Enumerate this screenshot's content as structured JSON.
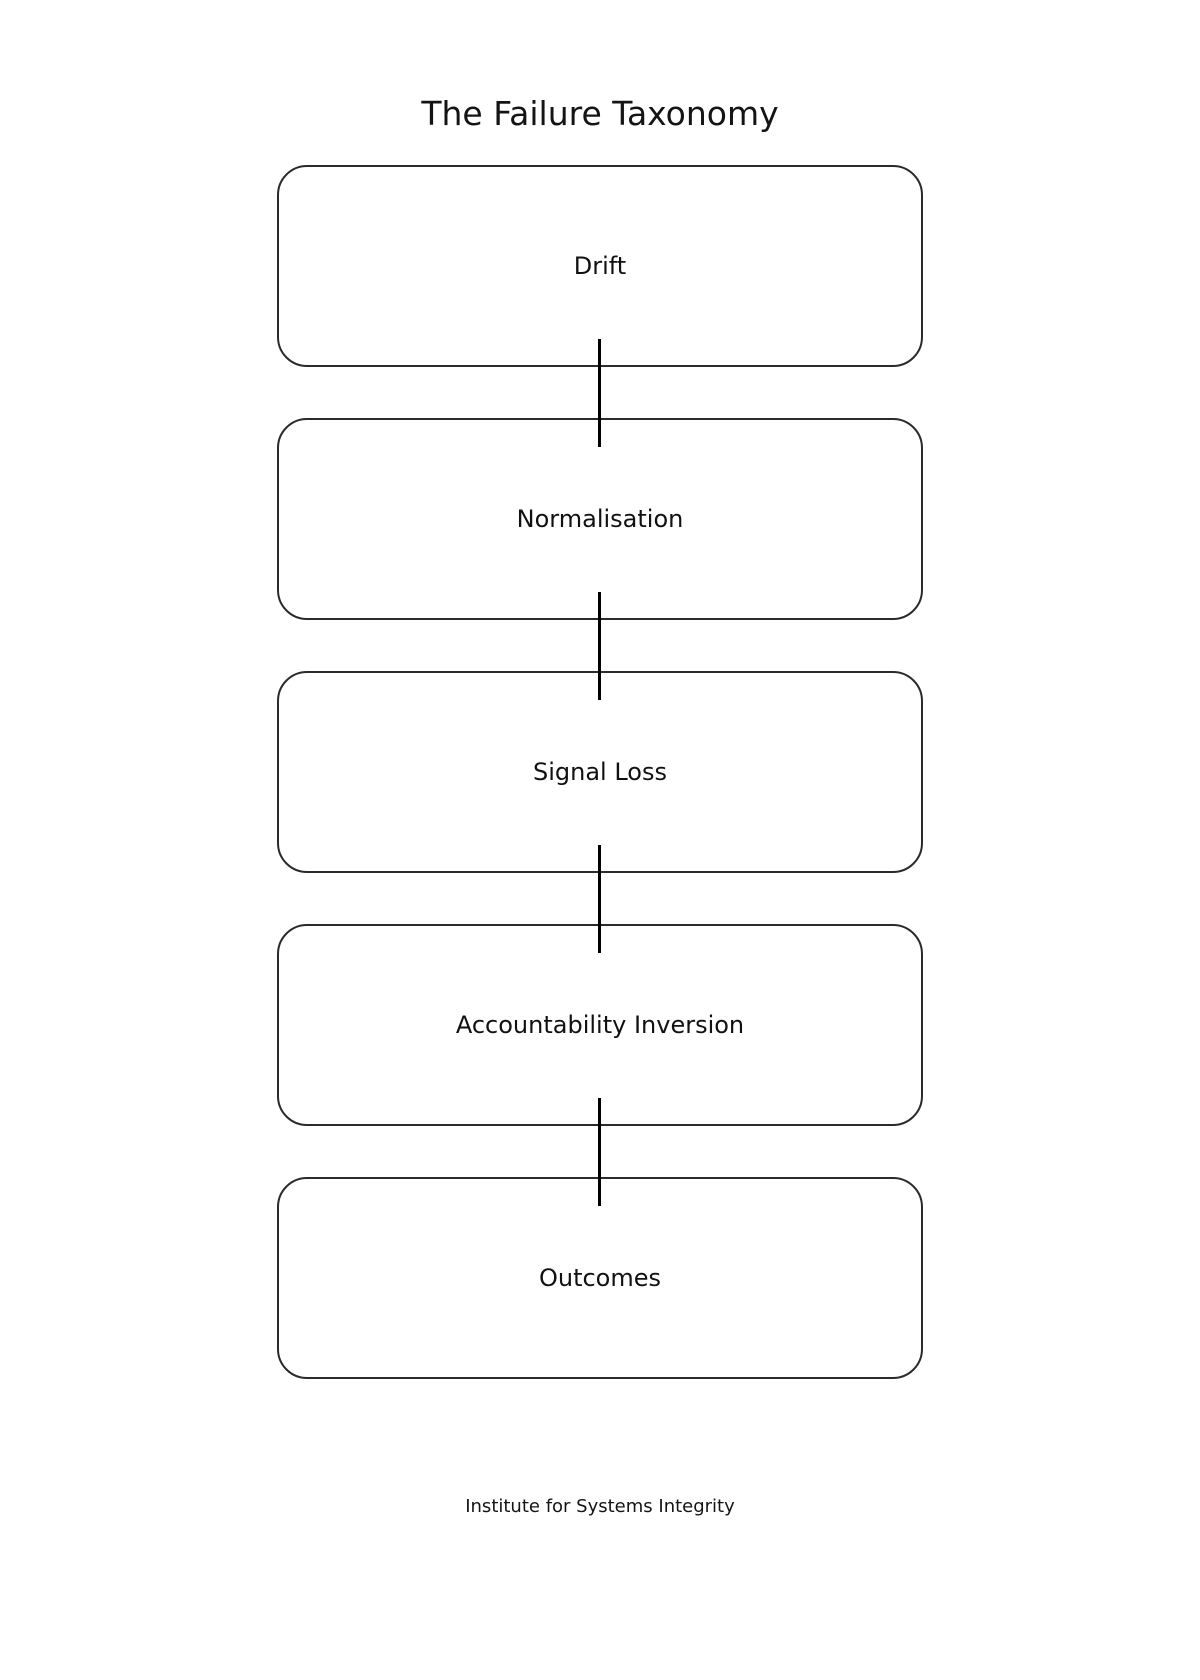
{
  "title": "The Failure Taxonomy",
  "footer": "Institute for Systems Integrity",
  "flowchart": {
    "type": "vertical-flow",
    "nodes": [
      {
        "label": "Drift"
      },
      {
        "label": "Normalisation"
      },
      {
        "label": "Signal Loss"
      },
      {
        "label": "Accountability Inversion"
      },
      {
        "label": "Outcomes"
      }
    ],
    "connections": [
      {
        "from": "Drift",
        "to": "Normalisation"
      },
      {
        "from": "Normalisation",
        "to": "Signal Loss"
      },
      {
        "from": "Signal Loss",
        "to": "Accountability Inversion"
      },
      {
        "from": "Accountability Inversion",
        "to": "Outcomes"
      }
    ],
    "colors": {
      "background": "#ffffff",
      "node_fill": "#ffffff",
      "node_border": "#2b2b2b",
      "connector": "#000000",
      "text": "#111111"
    }
  }
}
